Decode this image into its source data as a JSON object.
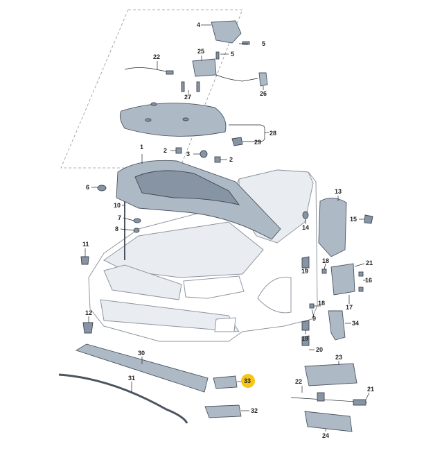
{
  "diagram": {
    "highlight_color": "#f5c518",
    "part_color": "#aeb9c6",
    "callouts": [
      {
        "key": "c4",
        "label": "4"
      },
      {
        "key": "c5a",
        "label": "5"
      },
      {
        "key": "c5b",
        "label": "5"
      },
      {
        "key": "c22a",
        "label": "22"
      },
      {
        "key": "c25",
        "label": "25"
      },
      {
        "key": "c27",
        "label": "27"
      },
      {
        "key": "c26",
        "label": "26"
      },
      {
        "key": "c28",
        "label": "28"
      },
      {
        "key": "c29",
        "label": "29"
      },
      {
        "key": "c1",
        "label": "1"
      },
      {
        "key": "c2a",
        "label": "2"
      },
      {
        "key": "c3",
        "label": "3"
      },
      {
        "key": "c2b",
        "label": "2"
      },
      {
        "key": "c6",
        "label": "6"
      },
      {
        "key": "c10",
        "label": "10"
      },
      {
        "key": "c7",
        "label": "7"
      },
      {
        "key": "c8",
        "label": "8"
      },
      {
        "key": "c11",
        "label": "11"
      },
      {
        "key": "c12",
        "label": "12"
      },
      {
        "key": "c13",
        "label": "13"
      },
      {
        "key": "c14",
        "label": "14"
      },
      {
        "key": "c15",
        "label": "15"
      },
      {
        "key": "c21a",
        "label": "21"
      },
      {
        "key": "c18a",
        "label": "18"
      },
      {
        "key": "c19a",
        "label": "19"
      },
      {
        "key": "c16",
        "label": "16"
      },
      {
        "key": "c18b",
        "label": "18"
      },
      {
        "key": "c17",
        "label": "17"
      },
      {
        "key": "c9",
        "label": "9"
      },
      {
        "key": "c34",
        "label": "34"
      },
      {
        "key": "c19b",
        "label": "19"
      },
      {
        "key": "c20",
        "label": "20"
      },
      {
        "key": "c30",
        "label": "30"
      },
      {
        "key": "c31",
        "label": "31"
      },
      {
        "key": "c33",
        "label": "33",
        "highlighted": true
      },
      {
        "key": "c32",
        "label": "32"
      },
      {
        "key": "c23",
        "label": "23"
      },
      {
        "key": "c22b",
        "label": "22"
      },
      {
        "key": "c21b",
        "label": "21"
      },
      {
        "key": "c24",
        "label": "24"
      }
    ]
  }
}
